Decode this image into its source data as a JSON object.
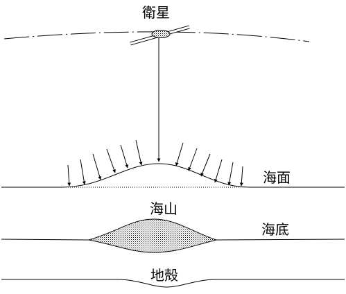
{
  "labels": {
    "satellite": "衛星",
    "sea_surface": "海面",
    "seamount": "海山",
    "seafloor": "海底",
    "crust": "地殻"
  }
}
